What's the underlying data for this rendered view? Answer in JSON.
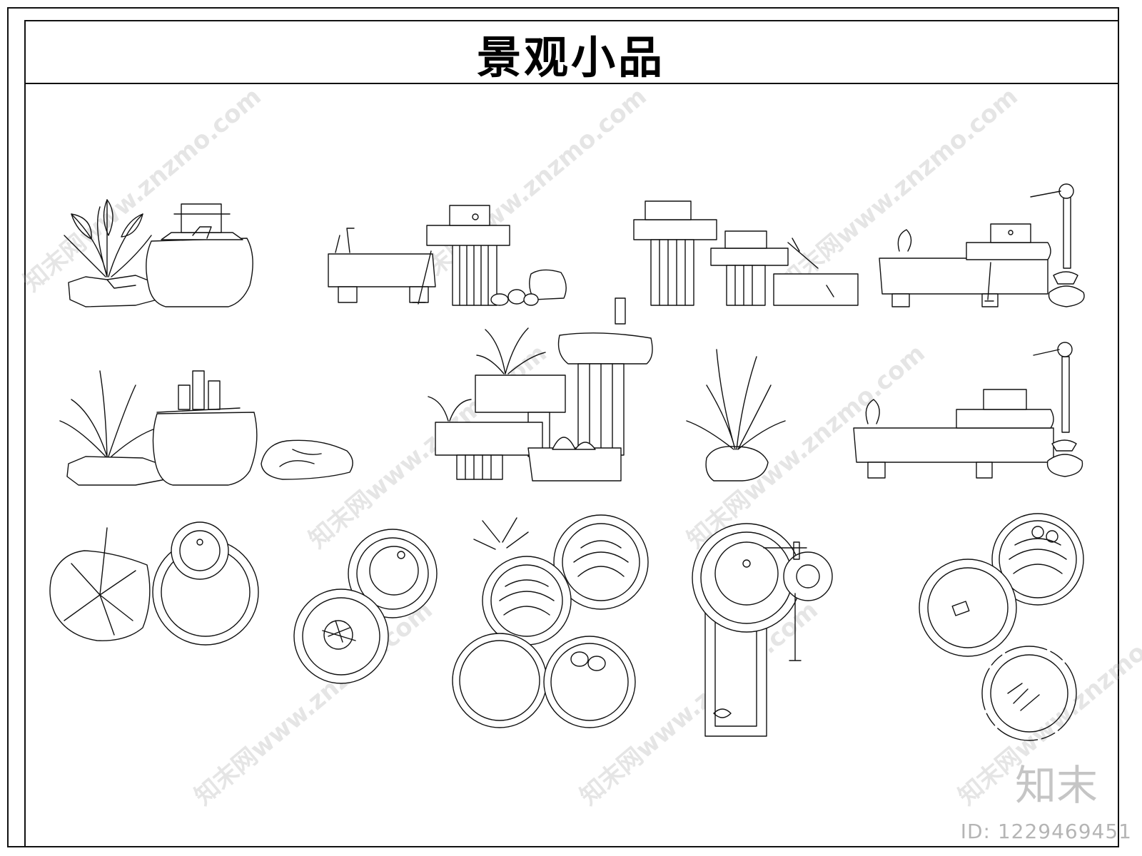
{
  "sheet": {
    "title": "景观小品"
  },
  "watermark": {
    "text": "知末网www.znzmo.com",
    "brand": "知末",
    "id_label": "ID: 1229469451"
  },
  "icons": {
    "front_elevations": [
      "plant-on-rock-icon",
      "stone-millstone-basin-icon",
      "millstone-trough-fountain-icon",
      "double-millstone-fountain-icon",
      "bamboo-spout-trough-icon"
    ],
    "row_two": [
      "potted-plant-basin-icon",
      "boulder-icon",
      "tiered-stone-fountain-icon",
      "ornamental-grass-icon",
      "bamboo-trough-icon"
    ],
    "plan_views": [
      "plant-rock-plan-icon",
      "two-basin-plan-icon",
      "cluster-fountain-plan-icon",
      "trough-plan-icon",
      "bamboo-basin-plan-icon"
    ]
  }
}
